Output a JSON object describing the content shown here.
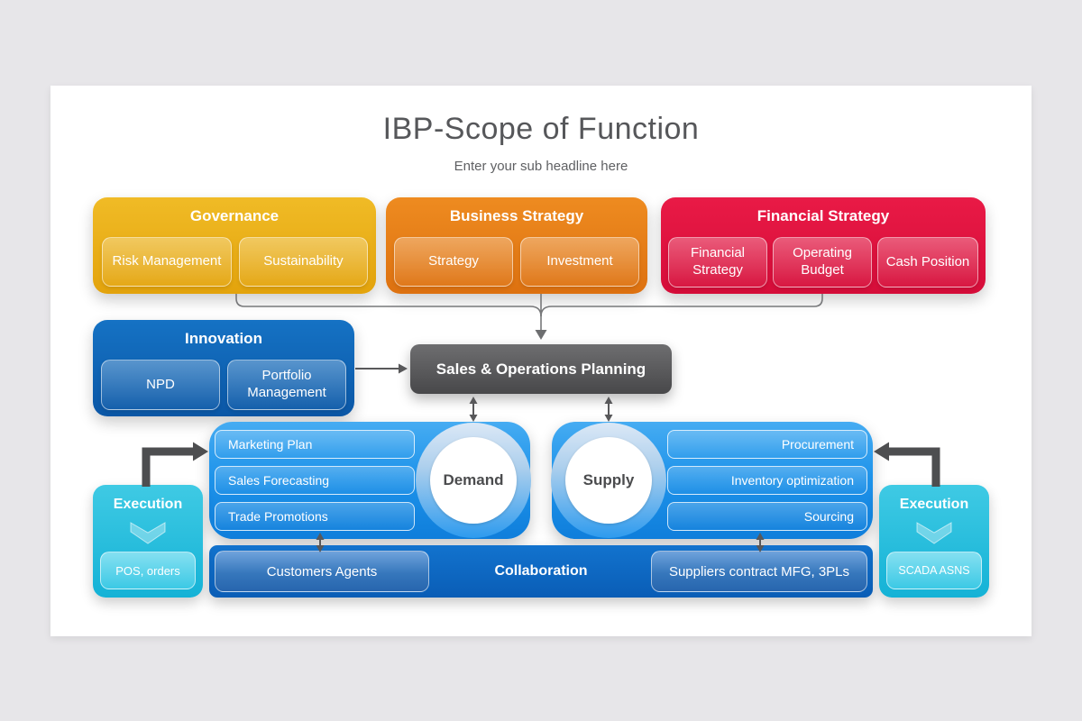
{
  "title": "IBP-Scope of Function",
  "subtitle": "Enter your sub headline here",
  "governance": {
    "title": "Governance",
    "items": [
      "Risk Management",
      "Sustainability"
    ]
  },
  "business_strategy": {
    "title": "Business Strategy",
    "items": [
      "Strategy",
      "Investment"
    ]
  },
  "financial_strategy": {
    "title": "Financial Strategy",
    "items": [
      "Financial Strategy",
      "Operating Budget",
      "Cash Position"
    ]
  },
  "innovation": {
    "title": "Innovation",
    "items": [
      "NPD",
      "Portfolio Management"
    ]
  },
  "sop": {
    "label": "Sales & Operations Planning"
  },
  "demand": {
    "label": "Demand",
    "items": [
      "Marketing Plan",
      "Sales Forecasting",
      "Trade Promotions"
    ]
  },
  "supply": {
    "label": "Supply",
    "items": [
      "Procurement",
      "Inventory optimization",
      "Sourcing"
    ]
  },
  "collaboration": {
    "label": "Collaboration",
    "left_button": "Customers Agents",
    "right_button": "Suppliers contract MFG, 3PLs"
  },
  "execution_left": {
    "title": "Execution",
    "item": "POS, orders"
  },
  "execution_right": {
    "title": "Execution",
    "item": "SCADA ASNS"
  },
  "colors": {
    "background": "#E7E6E9",
    "card": "#FFFFFF",
    "governance": "#E8A90F",
    "business_strategy": "#E27A14",
    "financial_strategy": "#DC1240",
    "innovation": "#0E62B2",
    "sop_gray": "#565658",
    "panel_blue": "#1E93EA",
    "collaboration_blue": "#0E69C2",
    "execution_cyan": "#22BFDE",
    "arrow_gray": "#58585A"
  }
}
